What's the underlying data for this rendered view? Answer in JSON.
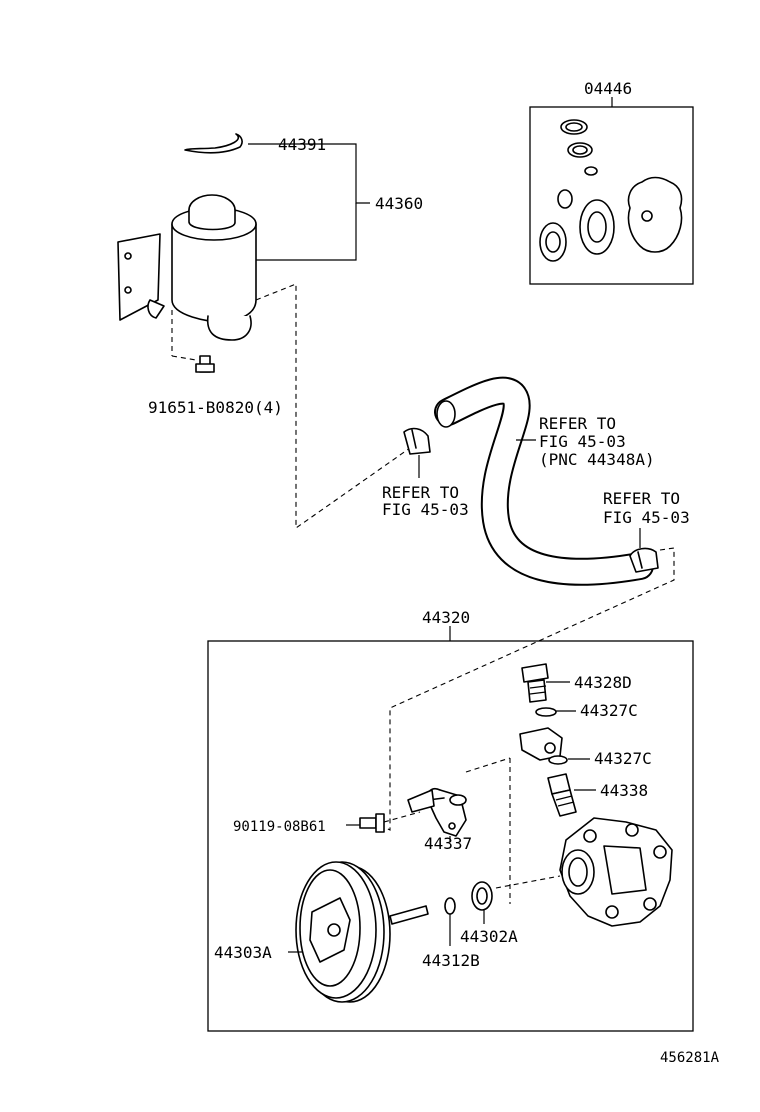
{
  "diagram": {
    "figure_id": "456281A",
    "callouts": {
      "kit": "04446",
      "reservoir_clip": "44391",
      "reservoir": "44360",
      "bolt": "91651-B0820(4)",
      "hose_ref": [
        "REFER TO",
        "FIG 45-03",
        "(PNC 44348A)"
      ],
      "clamp_ref_left": [
        "REFER TO",
        "FIG 45-03"
      ],
      "clamp_ref_right": [
        "REFER TO",
        "FIG 45-03"
      ],
      "pump_assy": "44320",
      "union_bolt": "44328D",
      "oring_upper": "44327C",
      "oring_lower": "44327C",
      "valve": "44338",
      "bolt_small": "90119-08B61",
      "suction_port": "44337",
      "seal": "44302A",
      "pulley": "44303A",
      "snap_ring": "44312B"
    }
  }
}
